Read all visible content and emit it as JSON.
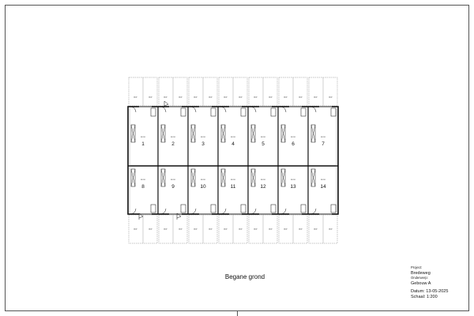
{
  "drawing": {
    "floor_title": "Begane grond",
    "units_top": [
      "1",
      "2",
      "3",
      "4",
      "5",
      "6",
      "7"
    ],
    "units_bottom": [
      "8",
      "9",
      "10",
      "11",
      "12",
      "13",
      "14"
    ],
    "unit_labels_top": [
      "BEDR",
      "BEDR",
      "BEDR",
      "BEDR",
      "BEDR",
      "BEDR",
      "BEDR"
    ],
    "unit_labels_bottom": [
      "BEDR",
      "BEDR",
      "BEDR",
      "BEDR",
      "BEDR",
      "BEDR",
      "BEDR"
    ],
    "plot_label": "BIP"
  },
  "title_block": {
    "project_label": "Project:",
    "project_value": "Bredeweg",
    "subject_label": "Onderwerp:",
    "subject_value": "Gebouw A",
    "date_line": "Datum: 13-05-2025",
    "scale_line": "Schaal: 1:200"
  },
  "colors": {
    "line": "#111111",
    "thin": "#888888",
    "sheet_border": "#555555"
  }
}
